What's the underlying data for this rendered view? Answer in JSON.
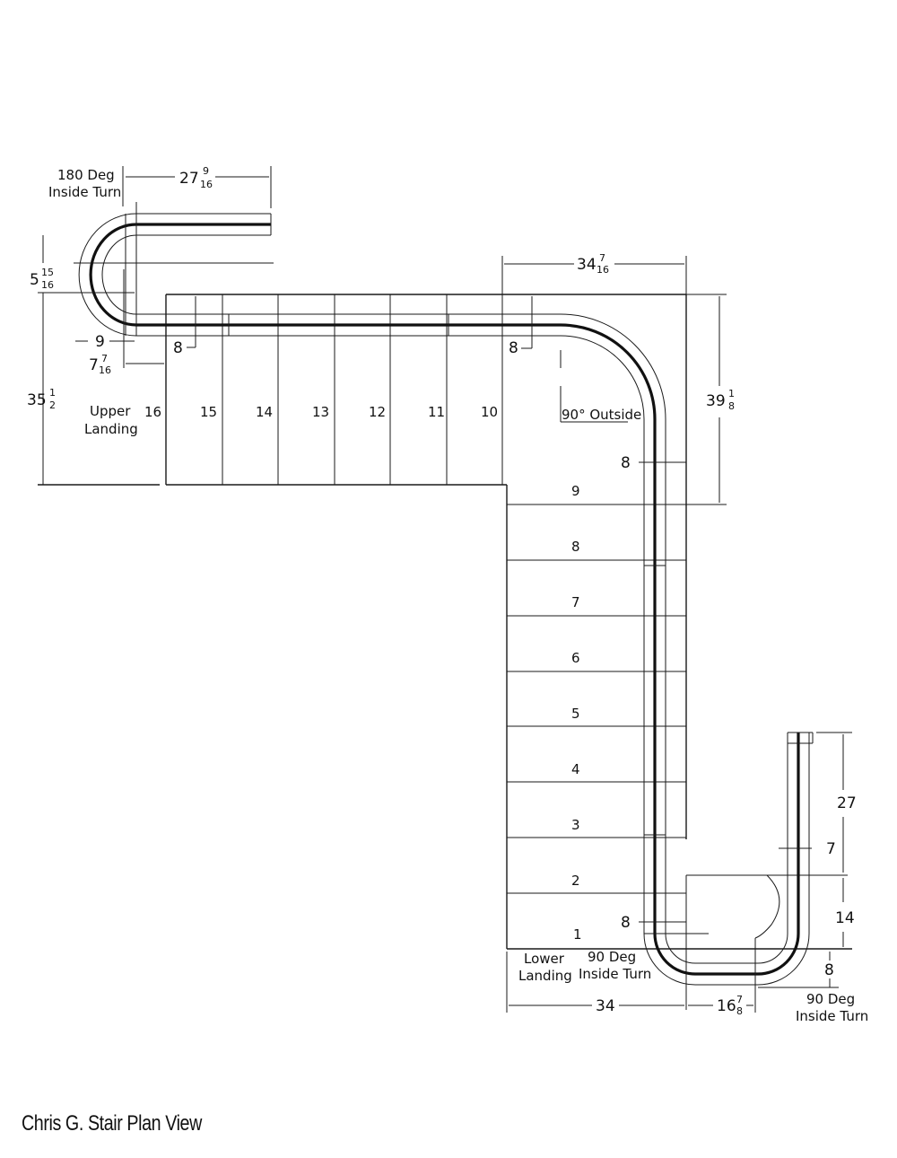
{
  "caption": "Chris G. Stair Plan View",
  "labels": {
    "top_turn_l1": "180 Deg",
    "top_turn_l2": "Inside Turn",
    "upper_landing_l1": "Upper",
    "upper_landing_l2": "Landing",
    "outside_turn": "90° Outside",
    "lower_landing_l1": "Lower",
    "lower_landing_l2": "Landing",
    "mid_turn_l1": "90 Deg",
    "mid_turn_l2": "Inside Turn",
    "right_turn_l1": "90 Deg",
    "right_turn_l2": "Inside Turn"
  },
  "upper_treads": [
    "16",
    "15",
    "14",
    "13",
    "12",
    "11",
    "10"
  ],
  "lower_treads": [
    "9",
    "8",
    "7",
    "6",
    "5",
    "4",
    "3",
    "2",
    "1"
  ],
  "dimensions": {
    "top_width": {
      "whole": "27",
      "num": "9",
      "den": "16"
    },
    "top_offset": {
      "whole": "5",
      "num": "15",
      "den": "16"
    },
    "upper_depth": {
      "whole": "35",
      "num": "1",
      "den": "2"
    },
    "nine": "9",
    "seven": {
      "whole": "7",
      "num": "7",
      "den": "16"
    },
    "eight_a": "8",
    "eight_b": "8",
    "turn_width": {
      "whole": "34",
      "num": "7",
      "den": "16"
    },
    "turn_depth": {
      "whole": "39",
      "num": "1",
      "den": "8"
    },
    "eight_c": "8",
    "eight_d": "8",
    "bottom_width": "34",
    "bottom_offset": {
      "whole": "16",
      "num": "7",
      "den": "8"
    },
    "right_height": "27",
    "right_seven": "7",
    "right_fourteen": "14",
    "right_eight": "8"
  }
}
